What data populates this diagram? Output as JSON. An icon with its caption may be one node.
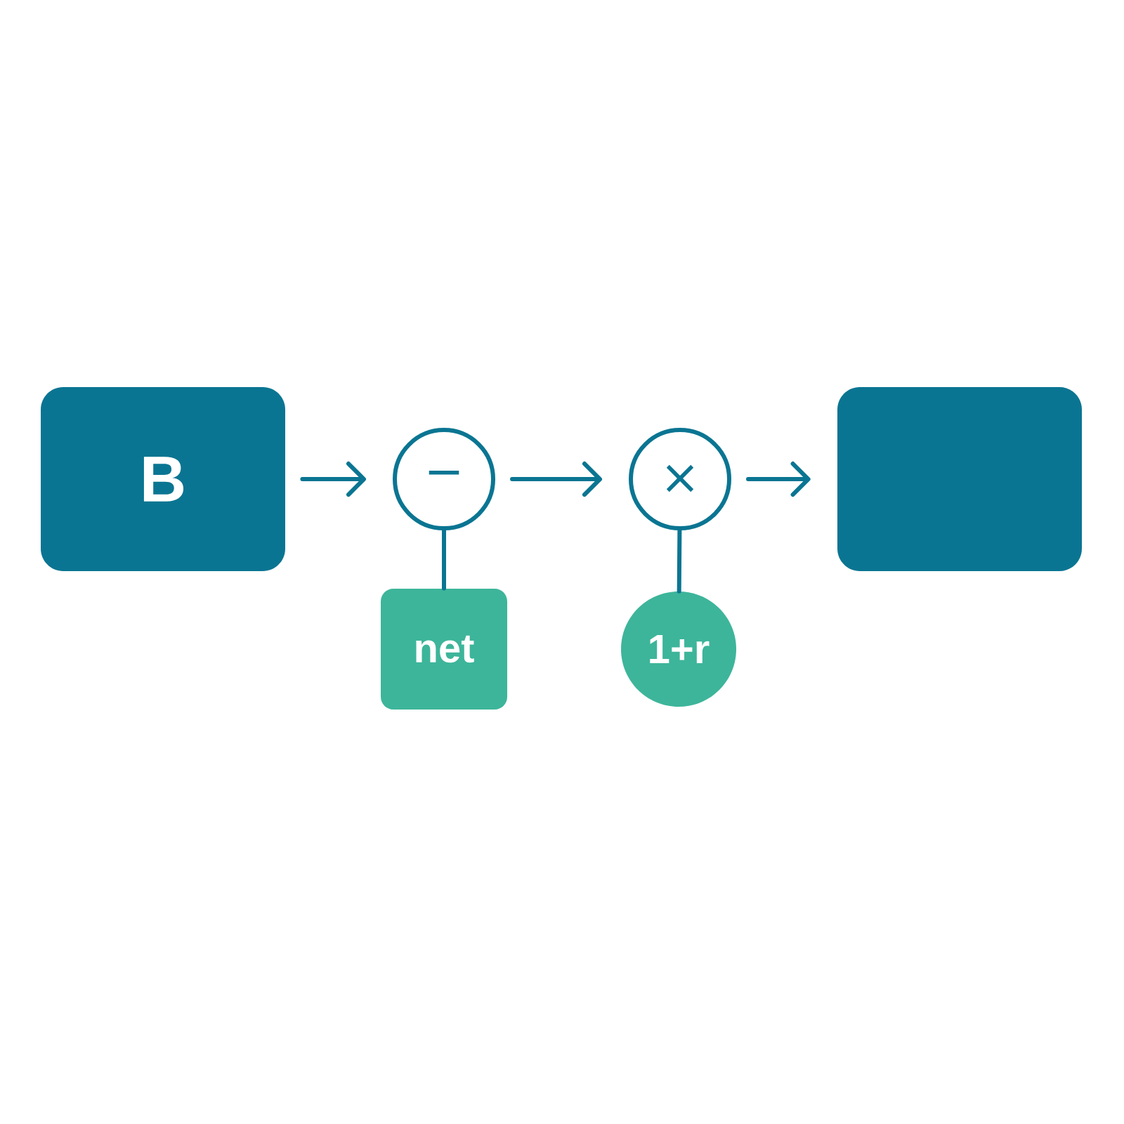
{
  "diagram": {
    "nodes": [
      {
        "text": [
          "B"
        ]
      },
      {
        "text": [
          "−"
        ]
      },
      {
        "text": [
          "×"
        ]
      },
      {
        "text": [],
        "shape": "box"
      },
      {
        "text": [
          "net"
        ]
      },
      {
        "text": [
          "1+r"
        ]
      }
    ],
    "edges": [
      {
        "from": 0,
        "to": 1,
        "arrow": "to"
      },
      {
        "from": 1,
        "to": 2,
        "arrow": "to"
      },
      {
        "from": 2,
        "to": 3,
        "arrow": "to"
      },
      {
        "from": 4,
        "to": 1,
        "arrow": "none"
      },
      {
        "from": 5,
        "to": 2,
        "arrow": "none"
      }
    ]
  }
}
